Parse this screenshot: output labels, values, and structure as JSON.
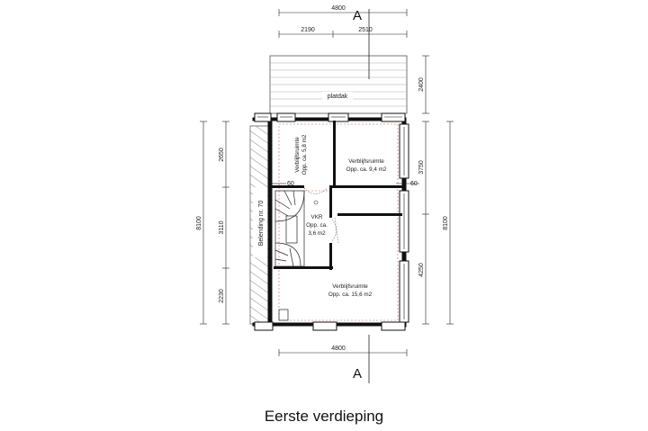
{
  "plan": {
    "caption": "Eerste verdieping",
    "section_marker": "A",
    "neighbour_label": "Belending nr. 70",
    "roof_label": "platdak",
    "rooms": [
      {
        "name": "Verblijfsruimte",
        "area": "Opp. ca. 5,8 m2"
      },
      {
        "name": "Verblijfsruimte",
        "area": "Opp. ca. 9,4 m2"
      },
      {
        "name": "VKR",
        "area_line1": "Opp. ca.",
        "area_line2": "3,6 m2"
      },
      {
        "name": "Verblijfsruimte",
        "area": "Opp. ca. 15,6 m2"
      }
    ],
    "dimensions": {
      "top_total": "4800",
      "top_left": "2190",
      "top_right": "2510",
      "bottom_total": "4800",
      "right_roof": "2400",
      "right_upper": "3750",
      "right_lower": "4250",
      "right_total": "8100",
      "left_upper": "2650",
      "left_middle": "3110",
      "left_lower": "2230",
      "left_total": "8100",
      "wall_left": "60",
      "wall_right": "60"
    }
  }
}
